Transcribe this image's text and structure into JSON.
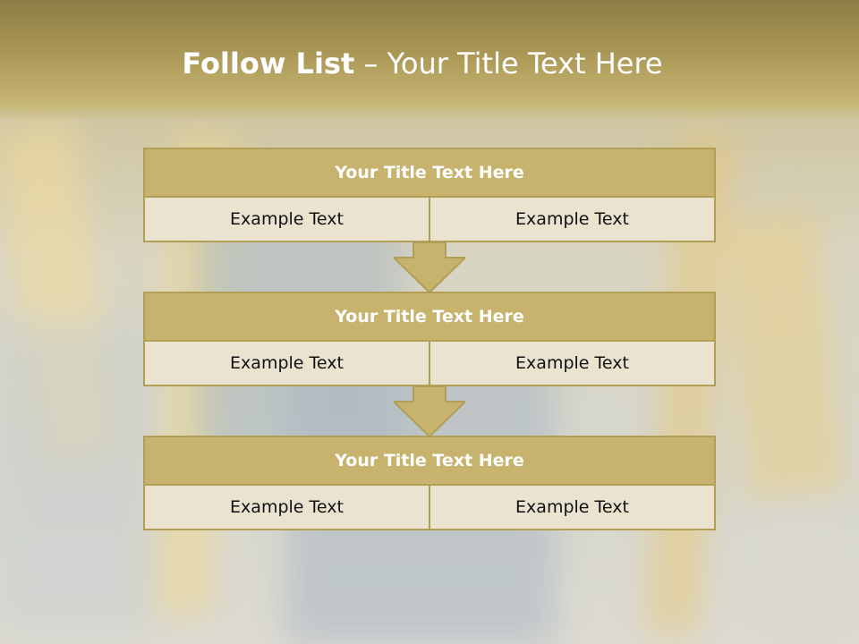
{
  "slide": {
    "title_bold": "Follow List",
    "title_rest": " – Your Title Text Here"
  },
  "blocks": [
    {
      "title": "Your Title Text Here",
      "left": "Example Text",
      "right": "Example Text"
    },
    {
      "title": "Your Title Text Here",
      "left": "Example Text",
      "right": "Example Text"
    },
    {
      "title": "Your Title Text Here",
      "left": "Example Text",
      "right": "Example Text"
    }
  ],
  "colors": {
    "header_gold": "#a8954f",
    "box_title": "#c7b36e",
    "box_border": "#b19f55",
    "box_cell": "#e9e3d0"
  }
}
